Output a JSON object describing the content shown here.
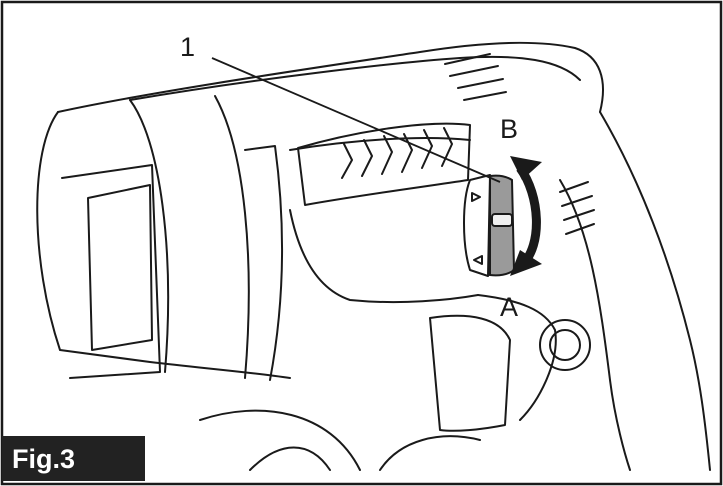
{
  "figure": {
    "label": "Fig.3",
    "callouts": {
      "part_number": "1",
      "position_b": "B",
      "position_a": "A"
    }
  }
}
